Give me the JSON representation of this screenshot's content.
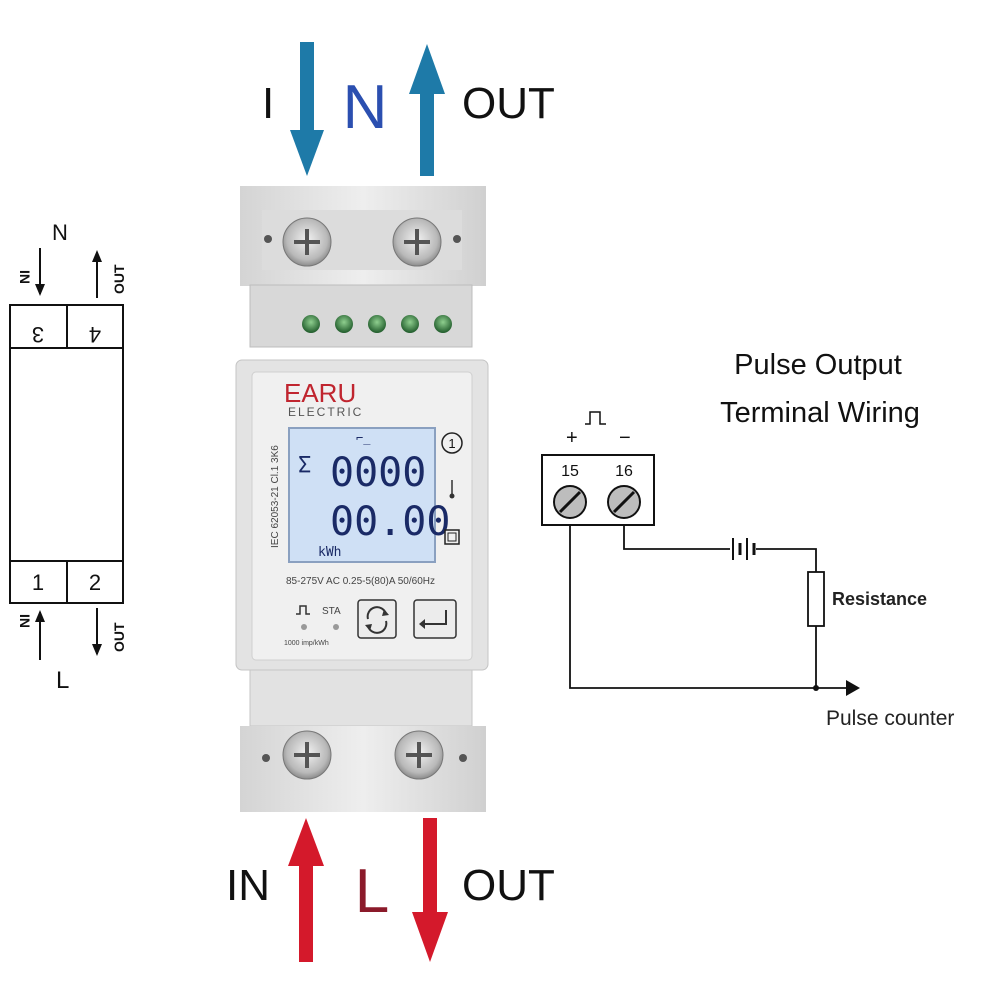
{
  "top_labels": {
    "in": "I",
    "neutral": "N",
    "out": "OUT"
  },
  "bottom_labels": {
    "in": "IN",
    "live": "L",
    "out": "OUT"
  },
  "schematic": {
    "neutral": "N",
    "live": "L",
    "in_top": "IN",
    "out_top": "OUT",
    "in_bottom": "IN",
    "out_bottom": "OUT",
    "terminals": [
      "3",
      "4",
      "1",
      "2"
    ]
  },
  "meter": {
    "brand": "EARU",
    "brand_sub": "ELECTRIC",
    "standard": "IEC 62053-21  Cl.1  3K6",
    "sigma": "Σ",
    "reading_1": "0000",
    "reading_2": "00.00",
    "unit": "kWh",
    "rating": "85-275V AC  0.25-5(80)A  50/60Hz",
    "sta": "STA",
    "pulse_rate": "1000 imp/kWh",
    "circle_num": "1"
  },
  "wiring": {
    "title_line1": "Pulse Output",
    "title_line2": "Terminal Wiring",
    "plus": "+",
    "minus": "−",
    "t15": "15",
    "t16": "16",
    "resistance": "Resistance",
    "pulse_counter": "Pulse counter"
  },
  "colors": {
    "blue_arrow": "#1e7aa8",
    "red_arrow": "#d4192b",
    "n_letter": "#2b4fb0",
    "l_letter": "#8b1a2a",
    "lcd_bg": "#cfe0f5",
    "meter_body": "#e6e6e6"
  }
}
